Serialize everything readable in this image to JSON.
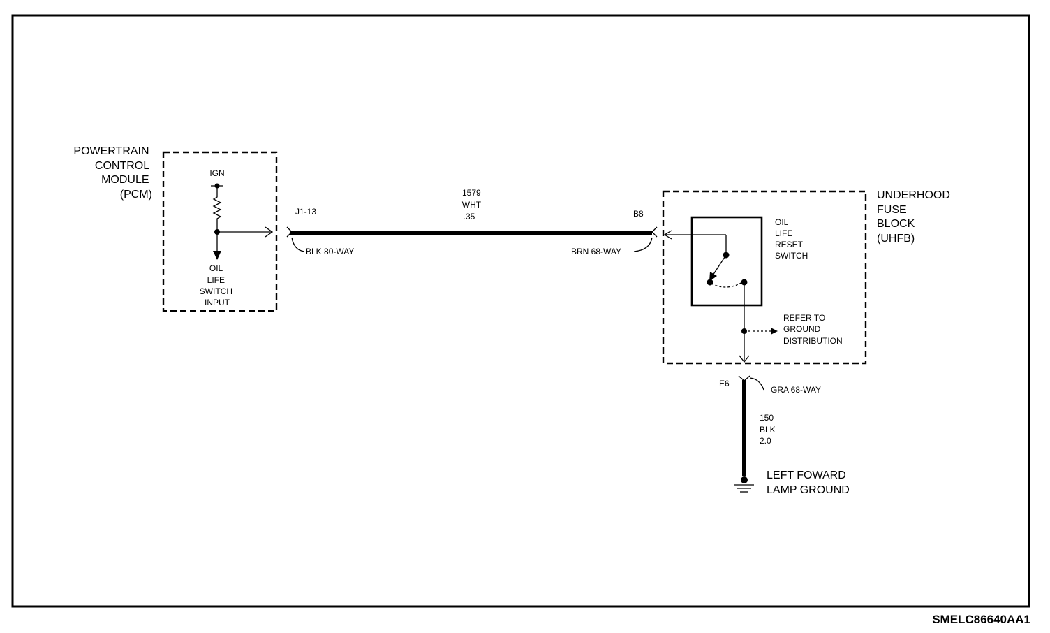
{
  "pcm": {
    "lines": [
      "POWERTRAIN",
      "CONTROL",
      "MODULE",
      "(PCM)"
    ]
  },
  "pcm_ign": "IGN",
  "pcm_input": {
    "lines": [
      "OIL",
      "LIFE",
      "SWITCH",
      "INPUT"
    ]
  },
  "conn_pcm": {
    "pin": "J1-13",
    "type": "BLK 80-WAY"
  },
  "wire_main": {
    "lines": [
      "1579",
      "WHT",
      ".35"
    ]
  },
  "conn_uhfb": {
    "pin": "B8",
    "type": "BRN 68-WAY"
  },
  "uhfb": {
    "lines": [
      "UNDERHOOD",
      "FUSE",
      "BLOCK",
      "(UHFB)"
    ]
  },
  "switch": {
    "lines": [
      "OIL",
      "LIFE",
      "RESET",
      "SWITCH"
    ]
  },
  "refer": {
    "lines": [
      "REFER TO",
      "GROUND",
      "DISTRIBUTION"
    ]
  },
  "conn_ground": {
    "pin": "E6",
    "type": "GRA 68-WAY"
  },
  "wire_ground": {
    "lines": [
      "150",
      "BLK",
      "2.0"
    ]
  },
  "ground": {
    "lines": [
      "LEFT FOWARD",
      "LAMP GROUND"
    ]
  },
  "diagram_id": "SMELC86640AA1"
}
